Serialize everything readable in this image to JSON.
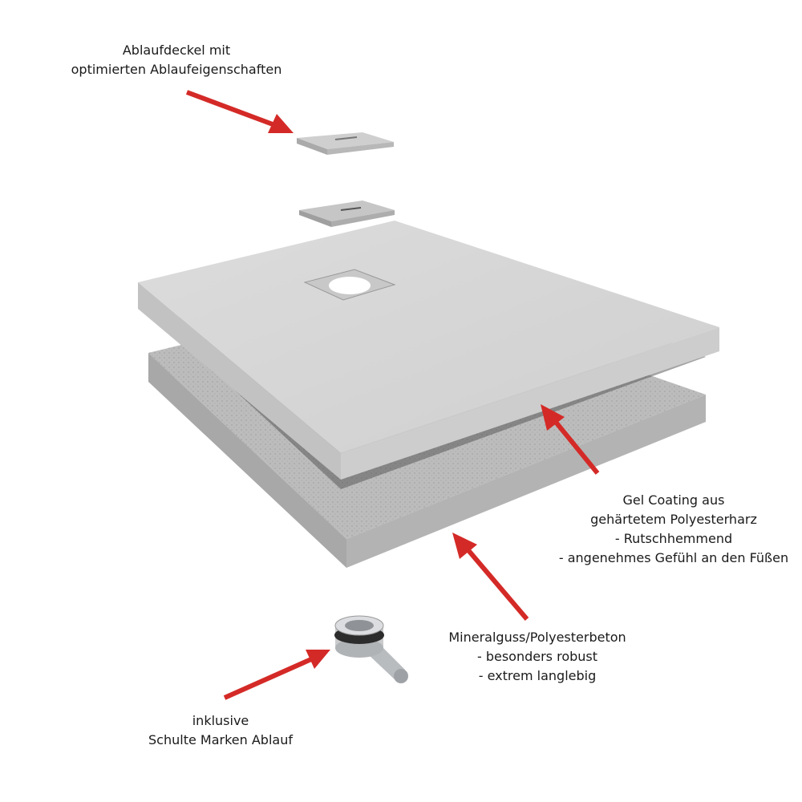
{
  "labels": {
    "drain_cover": {
      "lines": [
        "Ablaufdeckel mit",
        "optimierten Ablaufeigenschaften"
      ]
    },
    "gel_coating": {
      "lines": [
        "Gel Coating aus",
        "gehärtetem Polyesterharz",
        "- Rutschhemmend",
        "- angenehmes Gefühl an den Füßen"
      ]
    },
    "mineral": {
      "lines": [
        "Mineralguss/Polyesterbeton",
        "- besonders robust",
        "- extrem langlebig"
      ]
    },
    "drain": {
      "lines": [
        "inklusive",
        "Schulte Marken Ablauf"
      ]
    }
  },
  "colors": {
    "arrow": "#d42a27",
    "tray_top": "#d9d9d9",
    "tray_side": "#c4c4c4",
    "base_top": "#bdbdbd",
    "base_side": "#a9a9a9"
  }
}
